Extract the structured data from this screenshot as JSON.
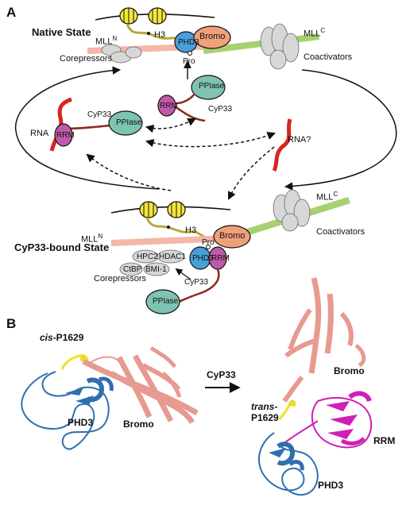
{
  "panel_a": {
    "letter": "A",
    "native_state_title": "Native State",
    "cyp33_state_title": "CyP33-bound State",
    "mll_n": "MLL",
    "mll_c": "MLL",
    "sup_n": "N",
    "sup_c": "C",
    "h3": "H3",
    "phd3": "PHD3",
    "bromo": "Bromo",
    "pro": "Pro",
    "corepressors": "Corepressors",
    "coactivators": "Coactivators",
    "pplase": "PPIase",
    "rrm": "RRM",
    "cyp33": "CyP33",
    "rna": "RNA",
    "rna_q": "RNA?",
    "hpc2": "HPC2",
    "hdac1": "HDAC1",
    "ctbp": "CtBP",
    "bmi1": "BMI-1"
  },
  "panel_b": {
    "letter": "B",
    "cis_prefix": "cis",
    "cis_suffix": "-P1629",
    "trans_prefix": "trans",
    "trans_suffix": "-",
    "trans_line2": "P1629",
    "phd3_left": "PHD3",
    "bromo_left": "Bromo",
    "arrow_label": "CyP33",
    "bromo_right": "Bromo",
    "rrm_right": "RRM",
    "phd3_right": "PHD3"
  },
  "colors": {
    "phd3": "#4a9fd8",
    "bromo": "#f0a07a",
    "pplase": "#7fc3b2",
    "rrm": "#c05aa8",
    "linker": "#8b2a1a",
    "mll_n_bar": "#f3b8a8",
    "mll_c_bar": "#a8d070",
    "nucleosome": "#f4e63a",
    "protein_gray": "#d7d7d7",
    "rna": "#d8261f",
    "helix_salmon": "#e69a90",
    "phd_blue": "#2f6fb0",
    "rrm_magenta": "#cf1fb6",
    "pro_yellow": "#f2e21b"
  }
}
